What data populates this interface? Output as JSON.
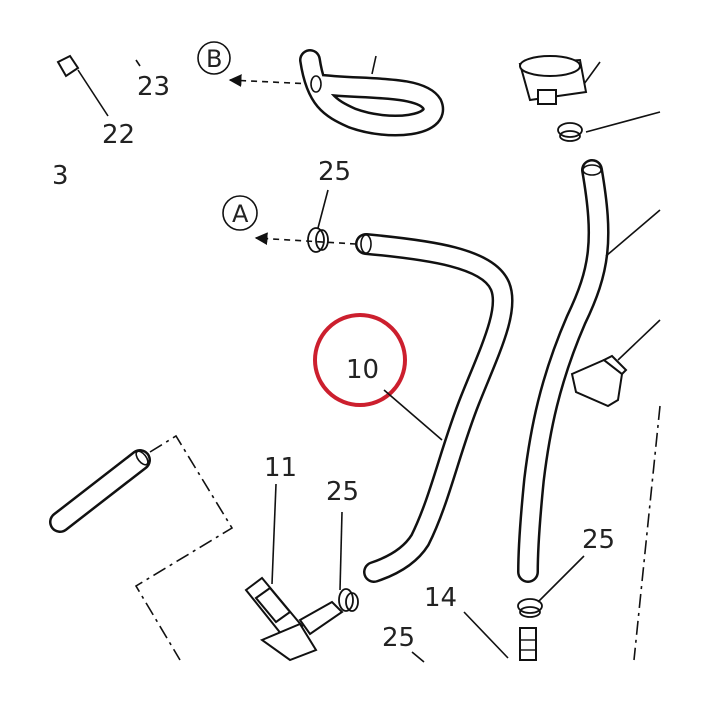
{
  "labels": {
    "p22": "22",
    "p23": "23",
    "p3": "3",
    "p25_top": "25",
    "p10": "10",
    "p11": "11",
    "p25_mid": "25",
    "p14": "14",
    "p25_bottom": "25",
    "p25_right": "25"
  },
  "refs": {
    "a": "A",
    "b": "B"
  },
  "colors": {
    "highlight": "#cc1f2e",
    "line": "#111111"
  }
}
